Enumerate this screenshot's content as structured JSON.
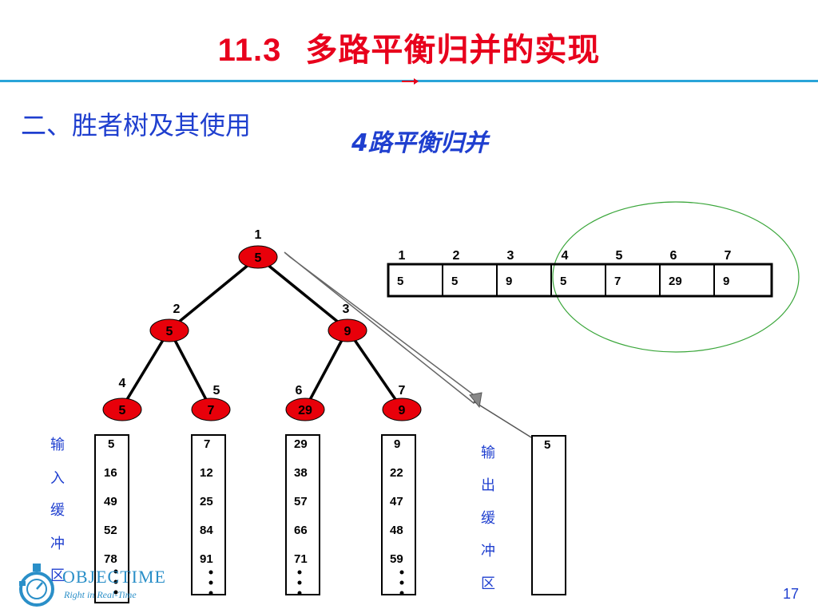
{
  "title": {
    "number": "11.3",
    "text": "多路平衡归并的实现"
  },
  "subtitle": "二、胜者树及其使用",
  "caption": "4路平衡归并",
  "tree": {
    "nodes": [
      {
        "index": "1",
        "value": "5"
      },
      {
        "index": "2",
        "value": "5"
      },
      {
        "index": "3",
        "value": "9"
      },
      {
        "index": "4",
        "value": "5"
      },
      {
        "index": "5",
        "value": "7"
      },
      {
        "index": "6",
        "value": "29"
      },
      {
        "index": "7",
        "value": "9"
      }
    ]
  },
  "array": {
    "indices": [
      "1",
      "2",
      "3",
      "4",
      "5",
      "6",
      "7"
    ],
    "values": [
      "5",
      "5",
      "9",
      "5",
      "7",
      "29",
      "9"
    ]
  },
  "input_buffer_label": [
    "输",
    "入",
    "缓",
    "冲",
    "区"
  ],
  "output_buffer_label": [
    "输",
    "出",
    "缓",
    "冲",
    "区"
  ],
  "input_buffers": [
    [
      "5",
      "16",
      "49",
      "52",
      "78"
    ],
    [
      "7",
      "12",
      "25",
      "84",
      "91"
    ],
    [
      "29",
      "38",
      "57",
      "66",
      "71"
    ],
    [
      "9",
      "22",
      "47",
      "48",
      "59"
    ]
  ],
  "output_buffer": [
    "5"
  ],
  "logo": {
    "name": "OBJECTIME",
    "tagline": "Right in Real-Time"
  },
  "page_number": "17",
  "colors": {
    "title": "#e8001c",
    "blue_text": "#1f3fcf",
    "rule": "#2aa4d8",
    "node_fill": "#e8000a",
    "ellipse": "#3aa63a"
  }
}
